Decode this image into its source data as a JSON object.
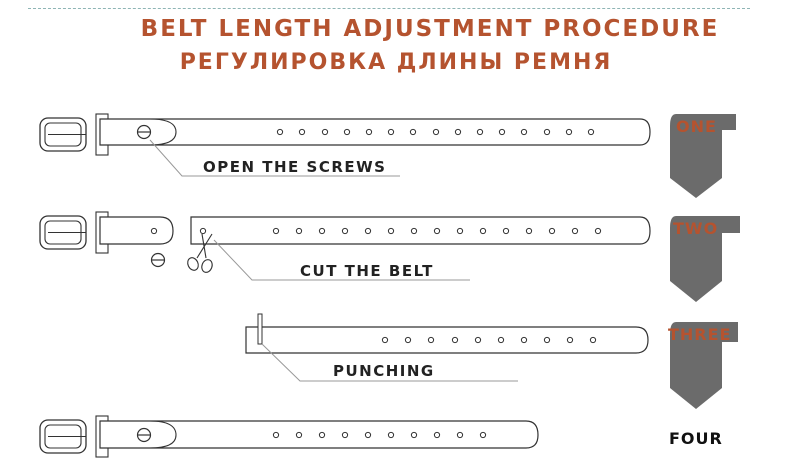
{
  "title_en": "BELT LENGTH ADJUSTMENT PROCEDURE",
  "title_ru": "РЕГУЛИРОВКА ДЛИНЫ РЕМНЯ",
  "steps": [
    {
      "badge": "ONE",
      "label": "OPEN THE SCREWS"
    },
    {
      "badge": "TWO",
      "label": "CUT THE BELT"
    },
    {
      "badge": "THREE",
      "label": "PUNCHING"
    },
    {
      "badge": "FOUR",
      "label": ""
    }
  ],
  "colors": {
    "accent": "#b5532f",
    "badge": "#6b6b6b",
    "line": "#333333"
  }
}
